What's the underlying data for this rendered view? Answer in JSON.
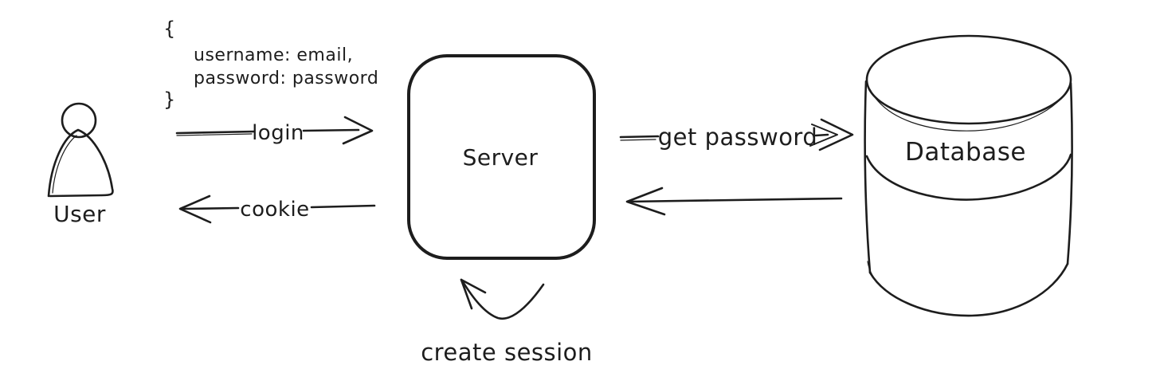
{
  "colors": {
    "ink": "#1d1d1d",
    "background": "#ffffff"
  },
  "nodes": {
    "user": {
      "label": "User",
      "shape": "person"
    },
    "server": {
      "label": "Server",
      "shape": "rounded-rectangle"
    },
    "database": {
      "label": "Database",
      "shape": "cylinder"
    }
  },
  "payload": {
    "open": "{",
    "line1": "username: email,",
    "line2": "password: password",
    "close": "}"
  },
  "edges": {
    "login": {
      "label": "login",
      "from": "user",
      "to": "server",
      "direction": "right"
    },
    "cookie": {
      "label": "cookie",
      "from": "server",
      "to": "user",
      "direction": "left"
    },
    "get_password": {
      "label": "get password",
      "from": "server",
      "to": "database",
      "direction": "right"
    },
    "password_response": {
      "label": "",
      "from": "database",
      "to": "server",
      "direction": "left"
    },
    "create_session": {
      "label": "create session",
      "from": "server",
      "to": "server",
      "direction": "self-loop"
    }
  }
}
